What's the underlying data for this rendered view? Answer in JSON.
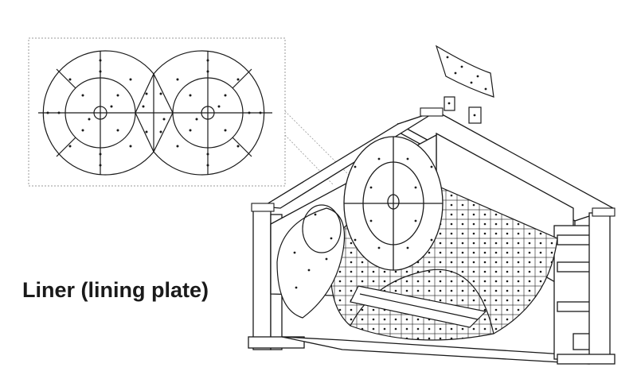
{
  "caption": "Liner (lining plate)",
  "colors": {
    "line": "#1a1a1a",
    "detail_frame": "#9a9a9a",
    "background": "#ffffff"
  },
  "figures": [
    "detail-view-end-liner",
    "mixer-frame-with-liners",
    "loose-liner-segments"
  ]
}
